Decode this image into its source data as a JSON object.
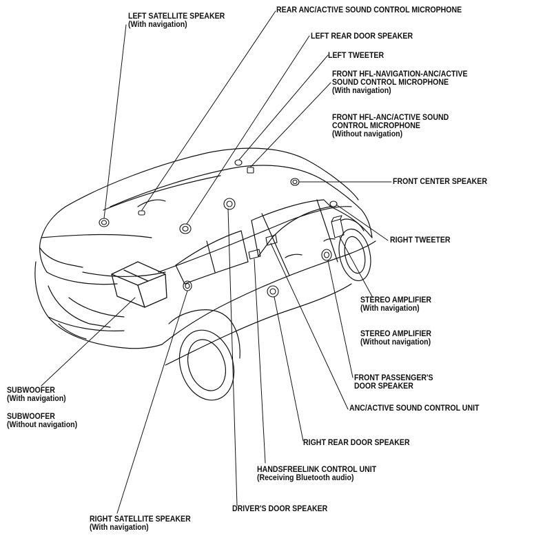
{
  "labels": {
    "left_satellite_speaker": {
      "title": "LEFT SATELLITE SPEAKER",
      "note": "(With navigation)"
    },
    "rear_anc_microphone": {
      "title": "REAR ANC/ACTIVE SOUND CONTROL MICROPHONE"
    },
    "left_rear_door_speaker": {
      "title": "LEFT REAR DOOR SPEAKER"
    },
    "left_tweeter": {
      "title": "LEFT TWEETER"
    },
    "front_hfl_nav_anc_mic": {
      "line1": "FRONT HFL-NAVIGATION-ANC/ACTIVE",
      "line2": "SOUND CONTROL MICROPHONE",
      "note": "(With navigation)"
    },
    "front_hfl_anc_mic": {
      "line1": "FRONT HFL-ANC/ACTIVE SOUND",
      "line2": "CONTROL MICROPHONE",
      "note": "(Without navigation)"
    },
    "front_center_speaker": {
      "title": "FRONT CENTER SPEAKER"
    },
    "right_tweeter": {
      "title": "RIGHT TWEETER"
    },
    "stereo_amp_nav": {
      "title": "STEREO AMPLIFIER",
      "note": "(With navigation)"
    },
    "stereo_amp_no_nav": {
      "title": "STEREO AMPLIFIER",
      "note": "(Without navigation)"
    },
    "front_passenger_door_speaker": {
      "line1": "FRONT PASSENGER'S",
      "line2": "DOOR SPEAKER"
    },
    "anc_control_unit": {
      "title": "ANC/ACTIVE SOUND CONTROL UNIT"
    },
    "right_rear_door_speaker": {
      "title": "RIGHT REAR DOOR SPEAKER"
    },
    "handsfreelink_unit": {
      "title": "HANDSFREELINK CONTROL UNIT",
      "note": "(Receiving Bluetooth audio)"
    },
    "drivers_door_speaker": {
      "title": "DRIVER'S DOOR SPEAKER"
    },
    "right_satellite_speaker": {
      "title": "RIGHT SATELLITE SPEAKER",
      "note": "(With navigation)"
    },
    "subwoofer_nav": {
      "title": "SUBWOOFER",
      "note": "(With navigation)"
    },
    "subwoofer_no_nav": {
      "title": "SUBWOOFER",
      "note": "(Without navigation)"
    }
  },
  "colors": {
    "ink": "#111111",
    "background": "#ffffff"
  }
}
